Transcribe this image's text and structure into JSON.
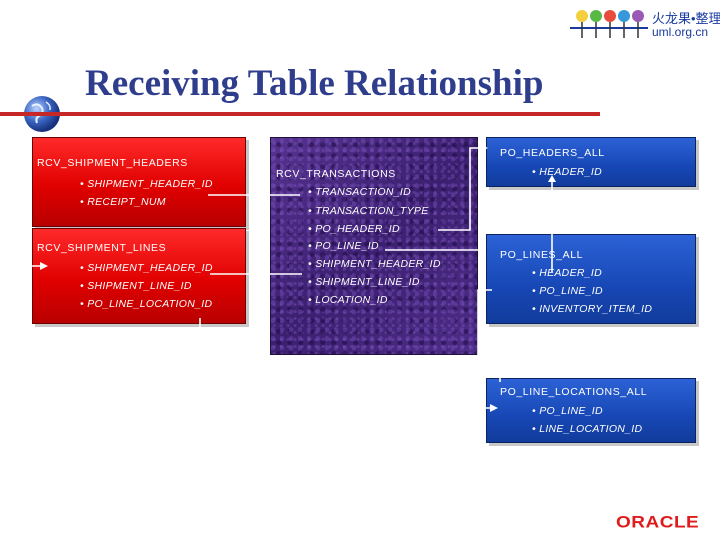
{
  "title": "Receiving Table Relationship",
  "logo": {
    "line1": "火龙果•整理",
    "line2": "uml.org.cn"
  },
  "brand": "ORACLE",
  "tables": {
    "rcv_shipment_headers": {
      "name": "RCV_SHIPMENT_HEADERS",
      "fields": [
        "• SHIPMENT_HEADER_ID",
        "• RECEIPT_NUM"
      ]
    },
    "rcv_shipment_lines": {
      "name": "RCV_SHIPMENT_LINES",
      "fields": [
        "• SHIPMENT_HEADER_ID",
        "• SHIPMENT_LINE_ID",
        "• PO_LINE_LOCATION_ID"
      ]
    },
    "rcv_transactions": {
      "name": "RCV_TRANSACTIONS",
      "fields": [
        "• TRANSACTION_ID",
        "• TRANSACTION_TYPE",
        "• PO_HEADER_ID",
        "• PO_LINE_ID",
        "• SHIPMENT_HEADER_ID",
        "• SHIPMENT_LINE_ID",
        "• LOCATION_ID"
      ]
    },
    "po_headers_all": {
      "name": "PO_HEADERS_ALL",
      "fields": [
        "• HEADER_ID"
      ]
    },
    "po_lines_all": {
      "name": "PO_LINES_ALL",
      "fields": [
        "• HEADER_ID",
        "• PO_LINE_ID",
        "• INVENTORY_ITEM_ID"
      ]
    },
    "po_line_locations_all": {
      "name": "PO_LINE_LOCATIONS_ALL",
      "fields": [
        "• PO_LINE_ID",
        "• LINE_LOCATION_ID"
      ]
    }
  },
  "colors": {
    "title": "#2e3d8c",
    "red_table": "#e00000",
    "blue_table": "#1747b5",
    "purple_table": "#4a2a82",
    "rule": "#c62828",
    "brand": "#e01b1b"
  }
}
